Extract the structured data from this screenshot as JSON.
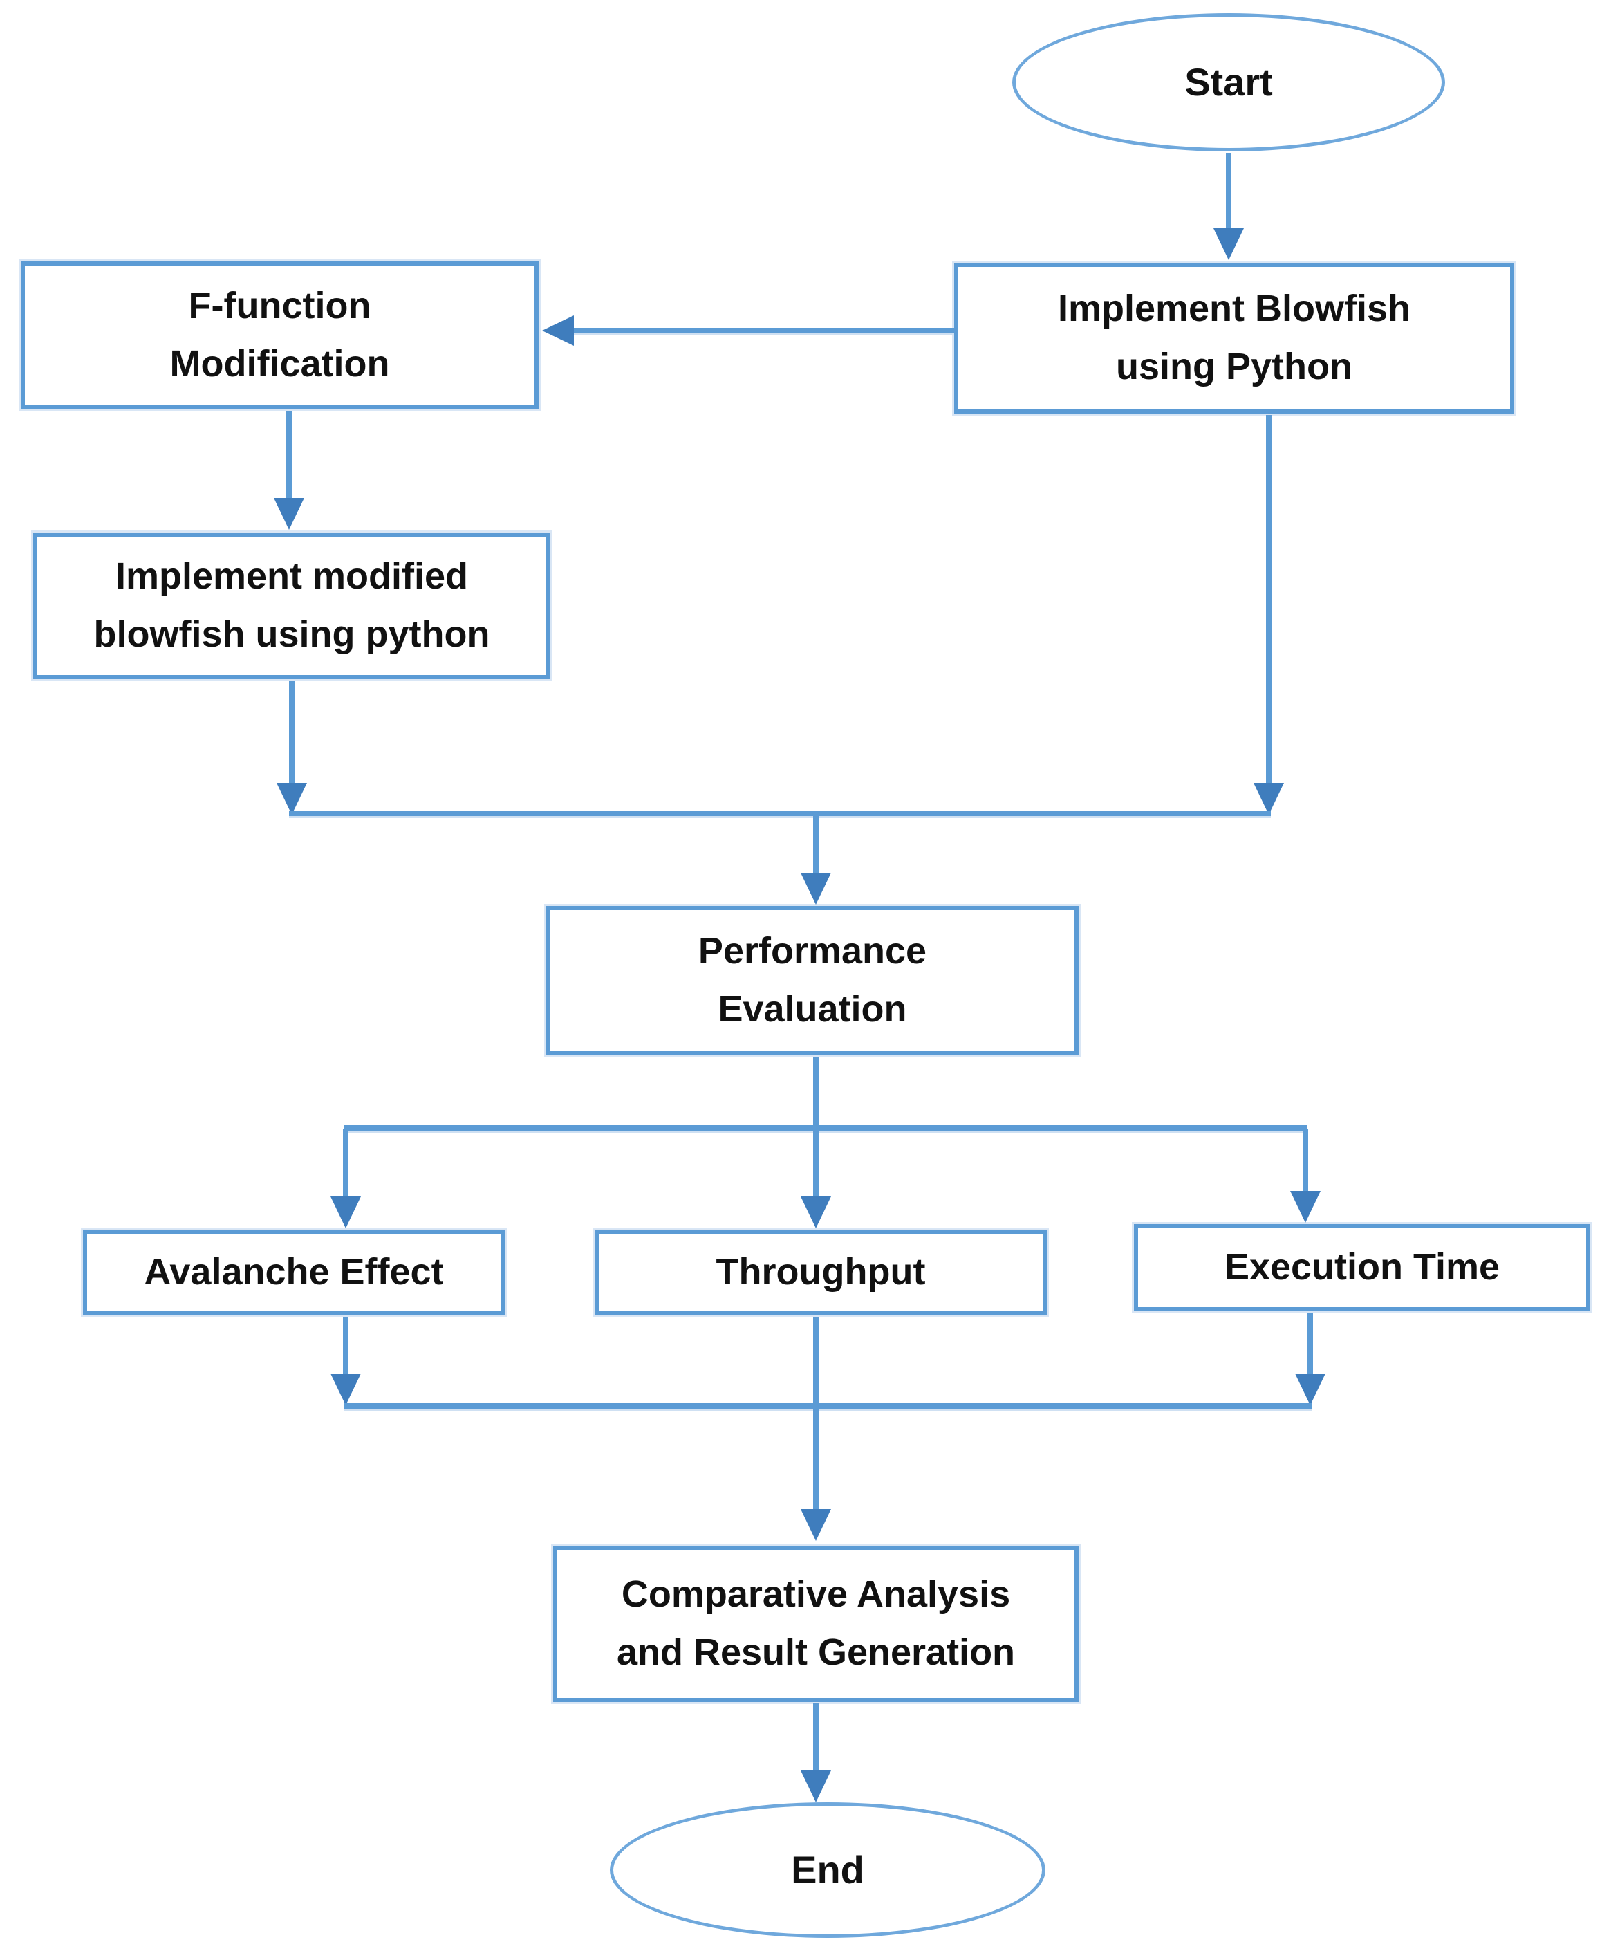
{
  "nodes": {
    "start": {
      "label": "Start",
      "shape": "ellipse"
    },
    "implement_blowfish": {
      "label": "Implement Blowfish\nusing Python",
      "shape": "rect"
    },
    "f_function": {
      "label": "F-function\nModification",
      "shape": "rect"
    },
    "implement_modified": {
      "label": "Implement modified\nblowfish using python",
      "shape": "rect"
    },
    "performance": {
      "label": "Performance\nEvaluation",
      "shape": "rect"
    },
    "avalanche": {
      "label": "Avalanche Effect",
      "shape": "rect"
    },
    "throughput": {
      "label": "Throughput",
      "shape": "rect"
    },
    "execution": {
      "label": "Execution Time",
      "shape": "rect"
    },
    "comparative": {
      "label": "Comparative Analysis\nand Result Generation",
      "shape": "rect"
    },
    "end": {
      "label": "End",
      "shape": "ellipse"
    }
  },
  "edges": [
    {
      "from": "start",
      "to": "implement_blowfish"
    },
    {
      "from": "implement_blowfish",
      "to": "f_function"
    },
    {
      "from": "f_function",
      "to": "implement_modified"
    },
    {
      "from": "implement_modified",
      "to": "performance"
    },
    {
      "from": "implement_blowfish",
      "to": "performance"
    },
    {
      "from": "performance",
      "to": "avalanche"
    },
    {
      "from": "performance",
      "to": "throughput"
    },
    {
      "from": "performance",
      "to": "execution"
    },
    {
      "from": "avalanche",
      "to": "comparative"
    },
    {
      "from": "throughput",
      "to": "comparative"
    },
    {
      "from": "execution",
      "to": "comparative"
    },
    {
      "from": "comparative",
      "to": "end"
    }
  ],
  "colors": {
    "line": "#5b9bd5",
    "arrowhead": "#3f7dbd",
    "box_border": "#5b9bd5",
    "ellipse_border": "#6fa8dc",
    "text": "#111111",
    "background": "#ffffff"
  }
}
